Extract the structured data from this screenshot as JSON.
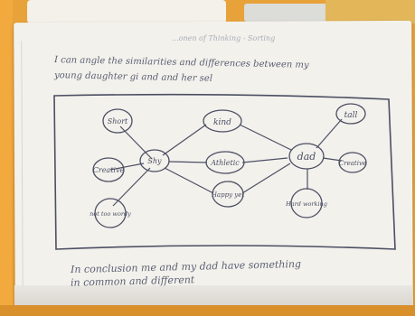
{
  "photo": {
    "header_faint": "...onen of Thinking - Sorting",
    "prompt_line_1": "I can angle the similarities and differences between my",
    "prompt_line_2": "young daughter gi and and her sel",
    "conclusion_line_1": "In conclusion me and my dad have something",
    "conclusion_line_2": "in common and different"
  },
  "diagram": {
    "nodes": {
      "left_center": "Shy",
      "right_center": "dad",
      "left_1": "Short",
      "left_2": "Creative",
      "left_3": "not too wordy",
      "shared_1": "kind",
      "shared_2": "Athletic",
      "shared_3": "Happy yet",
      "right_1": "tall",
      "right_2": "Creative",
      "right_3": "Hard working"
    }
  }
}
